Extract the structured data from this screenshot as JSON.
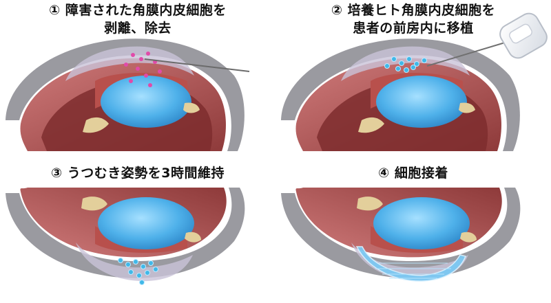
{
  "panels": [
    {
      "lines": [
        "① 障害された角膜内皮細胞を",
        "剥離、除去"
      ]
    },
    {
      "lines": [
        "② 培養ヒト角膜内皮細胞を",
        "患者の前房内に移植"
      ]
    },
    {
      "lines": [
        "③ うつむき姿勢を3時間維持"
      ]
    },
    {
      "lines": [
        "④ 細胞接着"
      ]
    }
  ],
  "colors": {
    "sclera": "#8f8f95",
    "wall": "#a44645",
    "lens": "#4fb1ea",
    "ciliary": "#e3cf9b",
    "damaged_cells": "#e14aa9",
    "cultured_cells": "#40b8e8",
    "adhered_layer": "#7cc8f2"
  }
}
